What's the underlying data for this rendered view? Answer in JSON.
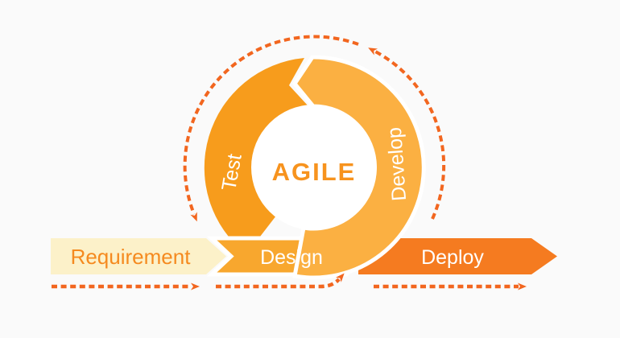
{
  "diagram": {
    "center_label": "AGILE",
    "cycle_phases": [
      {
        "label": "Test"
      },
      {
        "label": "Develop"
      }
    ],
    "pipeline_steps": [
      {
        "label": "Requirement"
      },
      {
        "label": "Design"
      },
      {
        "label": "Deploy"
      }
    ],
    "flow_icons": [
      {
        "name": "dashed-arrow-right-requirement"
      },
      {
        "name": "dashed-arrow-curved-design"
      },
      {
        "name": "dashed-arrow-right-deploy"
      },
      {
        "name": "dashed-cycle-arc-counterclockwise"
      }
    ],
    "colors": {
      "background": "#FAFAFA",
      "test_arc": "#F79C1C",
      "develop_arc": "#FBB042",
      "design_bar": "#F8A72E",
      "deploy_bar": "#F57B20",
      "requirement_bar": "#FCF1C9",
      "requirement_text": "#F58A1F",
      "agile_text": "#F7931E",
      "dashed_arrow": "#F2661F",
      "white_text": "#FFFFFF"
    }
  }
}
